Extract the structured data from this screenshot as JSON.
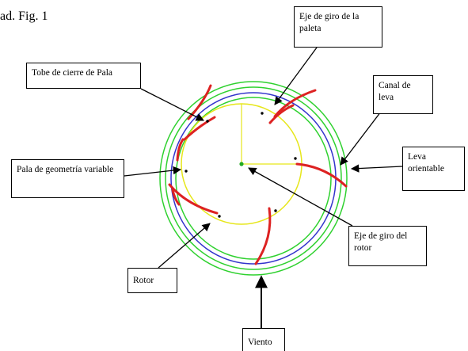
{
  "heading": "ad. Fig. 1",
  "labels": {
    "eje_paleta": "Eje de giro de la paleta",
    "tobe": "Tobe de cierre de Pala",
    "canal": "Canal de leva",
    "pala": "Pala de geometría variable",
    "leva": "Leva orientable",
    "eje_rotor": "Eje de giro del rotor",
    "rotor": "Rotor",
    "viento": "Viento"
  },
  "colors": {
    "green_ring": "#2fd12f",
    "blue_ring": "#3333cc",
    "yellow_rotor": "#e6e619",
    "red_blade": "#dd2222",
    "center_dot": "#22aa22",
    "black": "#000000"
  }
}
